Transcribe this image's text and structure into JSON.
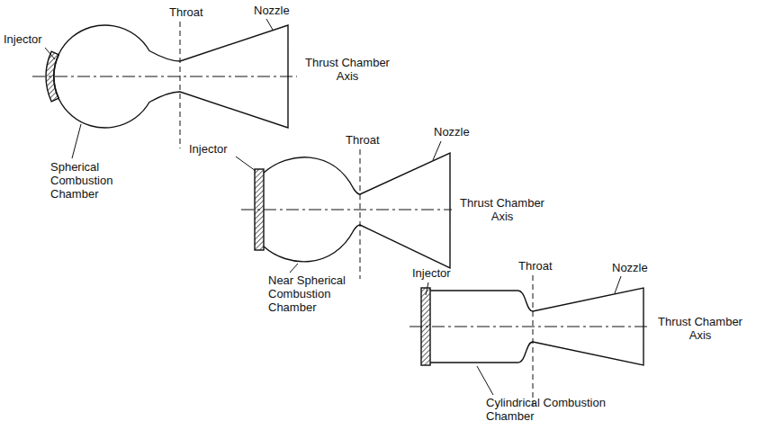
{
  "diagram": {
    "labels": [
      "Injector",
      "Throat",
      "Nozzle",
      "Thrust Chamber Axis",
      "Spherical Combustion Chamber",
      "Throat",
      "Nozzle",
      "Injector",
      "Thrust Chamber Axis",
      "Near Spherical Combustion Chamber",
      "Throat",
      "Nozzle",
      "Injector",
      "Thrust Chamber Axis",
      "Cylindrical Combustion Chamber"
    ]
  }
}
